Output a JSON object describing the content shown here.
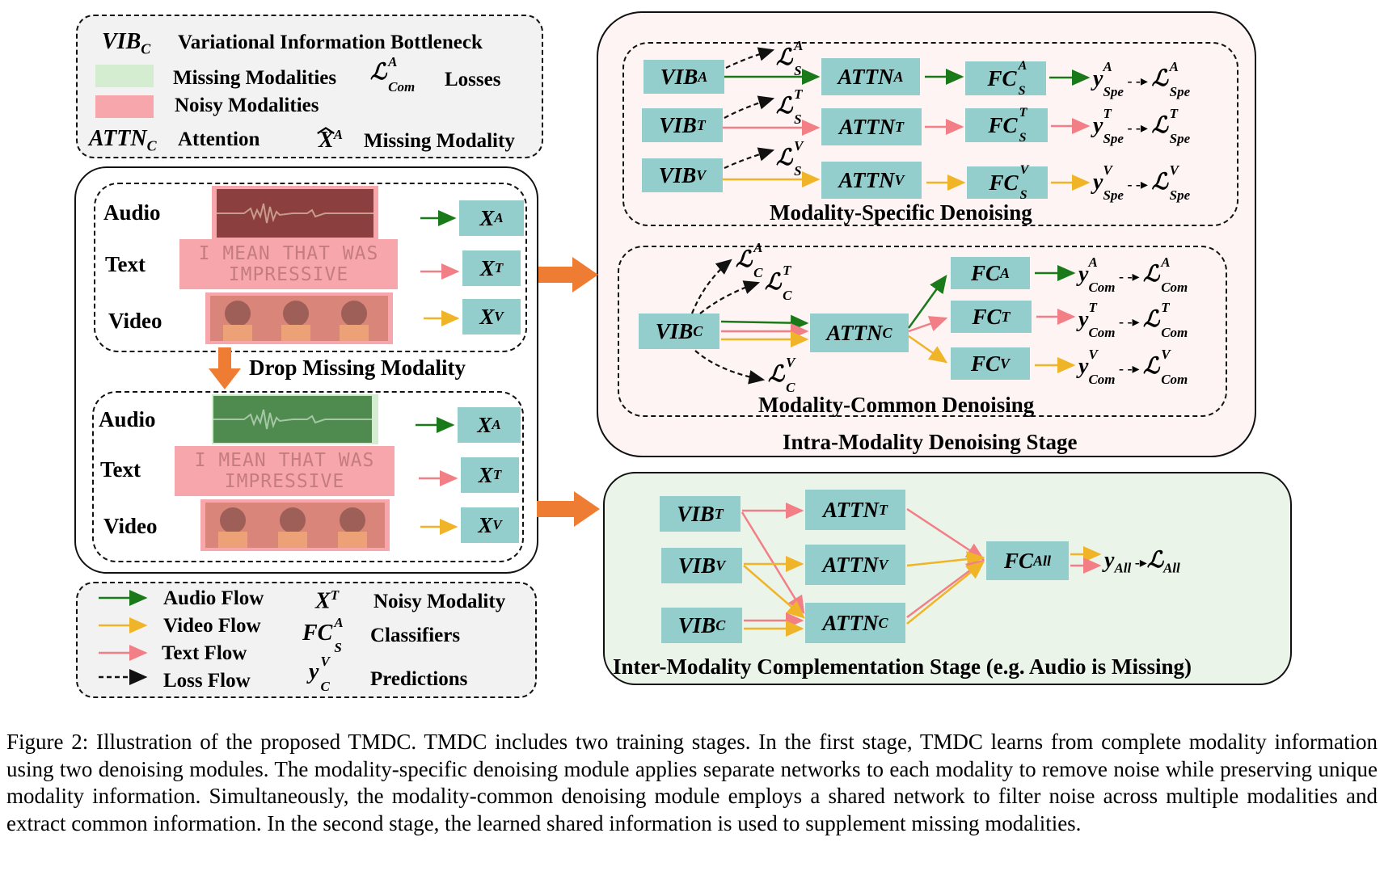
{
  "legend_top": {
    "vib_symbol": "VIB_C",
    "vib_text": "Variational Information Bottleneck",
    "missing_text": "Missing Modalities",
    "loss_symbol": "L^A_Com",
    "loss_text": "Losses",
    "noisy_text": "Noisy Modalities",
    "attn_symbol": "ATTN_C",
    "attn_text": "Attention",
    "missing_mod_symbol": "X^A (hat)",
    "missing_mod_text": "Missing Modality",
    "green_color": "#d4ecd0",
    "pink_color": "#f7a7ab"
  },
  "input_panel": {
    "audio_label": "Audio",
    "text_label": "Text",
    "video_label": "Video",
    "noisy_text_line1": "I MEAN THAT WAS",
    "noisy_text_line2": "IMPRESSIVE",
    "drop_label": "Drop Missing Modality",
    "xa": "X^A",
    "xt": "X^T",
    "xv": "X^V"
  },
  "legend_bottom": {
    "audio_flow": "Audio Flow",
    "video_flow": "Video Flow",
    "text_flow": "Text Flow",
    "loss_flow": "Loss Flow",
    "noisy_symbol": "X^T",
    "noisy_text": "Noisy Modality",
    "classifier_symbol": "FC^A_S",
    "classifier_text": "Classifiers",
    "pred_symbol": "y^V_C",
    "pred_text": "Predictions"
  },
  "specific": {
    "title": "Modality-Specific Denoising",
    "vib_a": "VIB_A",
    "vib_t": "VIB_T",
    "vib_v": "VIB_V",
    "attn_a": "ATTN_A",
    "attn_t": "ATTN_T",
    "attn_v": "ATTN_V",
    "fc_a": "FC^A_S",
    "fc_t": "FC^T_S",
    "fc_v": "FC^V_S",
    "loss_s_a": "L^A_S",
    "loss_s_t": "L^T_S",
    "loss_s_v": "L^V_S",
    "y_a": "y^A_Spe",
    "y_t": "y^T_Spe",
    "y_v": "y^V_Spe",
    "l_a": "L^A_Spe",
    "l_t": "L^T_Spe",
    "l_v": "L^V_Spe"
  },
  "common": {
    "title": "Modality-Common Denoising",
    "vib_c": "VIB_C",
    "attn_c": "ATTN_C",
    "fc_a": "FC_A",
    "fc_t": "FC_T",
    "fc_v": "FC_V",
    "loss_c_a": "L^A_C",
    "loss_c_t": "L^T_C",
    "loss_c_v": "L^V_C",
    "y_a": "y^A_Com",
    "y_t": "y^T_Com",
    "y_v": "y^V_Com",
    "l_a": "L^A_Com",
    "l_t": "L^T_Com",
    "l_v": "L^V_Com"
  },
  "intra_title": "Intra-Modality Denoising Stage",
  "inter": {
    "title": "Inter-Modality Complementation Stage (e.g. Audio is Missing)",
    "vib_t": "VIB_T",
    "vib_v": "VIB_V",
    "vib_c": "VIB_C",
    "attn_t": "ATTN_T",
    "attn_v": "ATTN_V",
    "attn_c": "ATTN_C",
    "fc_all": "FC_All",
    "y_all": "y_All",
    "l_all": "L_All"
  },
  "colors": {
    "teal": "#93cdcc",
    "audio": "#1a7a1a",
    "video": "#f0b428",
    "text": "#f27f86",
    "orange": "#ee7d33",
    "panel_pink": "#fdf4f3",
    "panel_green": "#eaf4e8",
    "legend_gray": "#f2f2f2"
  },
  "caption": "Figure 2: Illustration of the proposed TMDC. TMDC includes two training stages. In the first stage, TMDC learns from complete modality information using two denoising modules. The modality-specific denoising module applies separate networks to each modality to remove noise while preserving unique modality information. Simultaneously, the modality-common denoising module employs a shared network to filter noise across multiple modalities and extract common information. In the second stage, the learned shared information is used to supplement missing modalities."
}
